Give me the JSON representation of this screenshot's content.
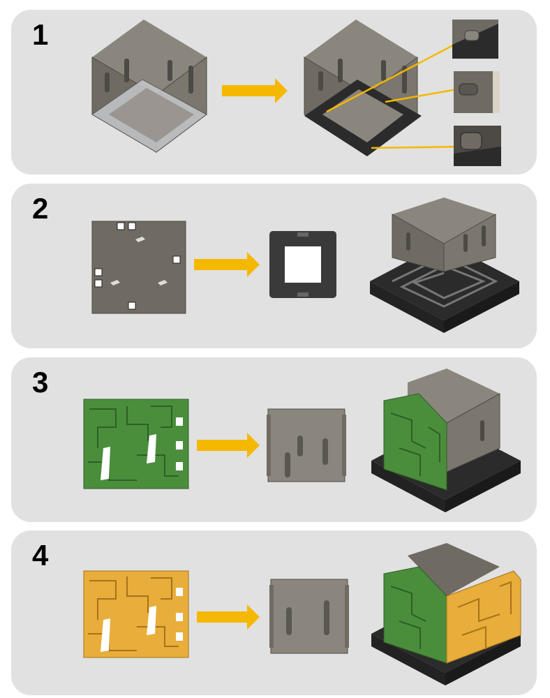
{
  "steps": [
    {
      "number": "1"
    },
    {
      "number": "2"
    },
    {
      "number": "3"
    },
    {
      "number": "4"
    }
  ],
  "colors": {
    "panel_bg": "#e1e1e1",
    "arrow": "#f5b800",
    "wall_gray": "#6f6a62",
    "base_black": "#2b2b2b",
    "maze_green": "#4a8e3c",
    "maze_orange": "#e8ad3a"
  }
}
